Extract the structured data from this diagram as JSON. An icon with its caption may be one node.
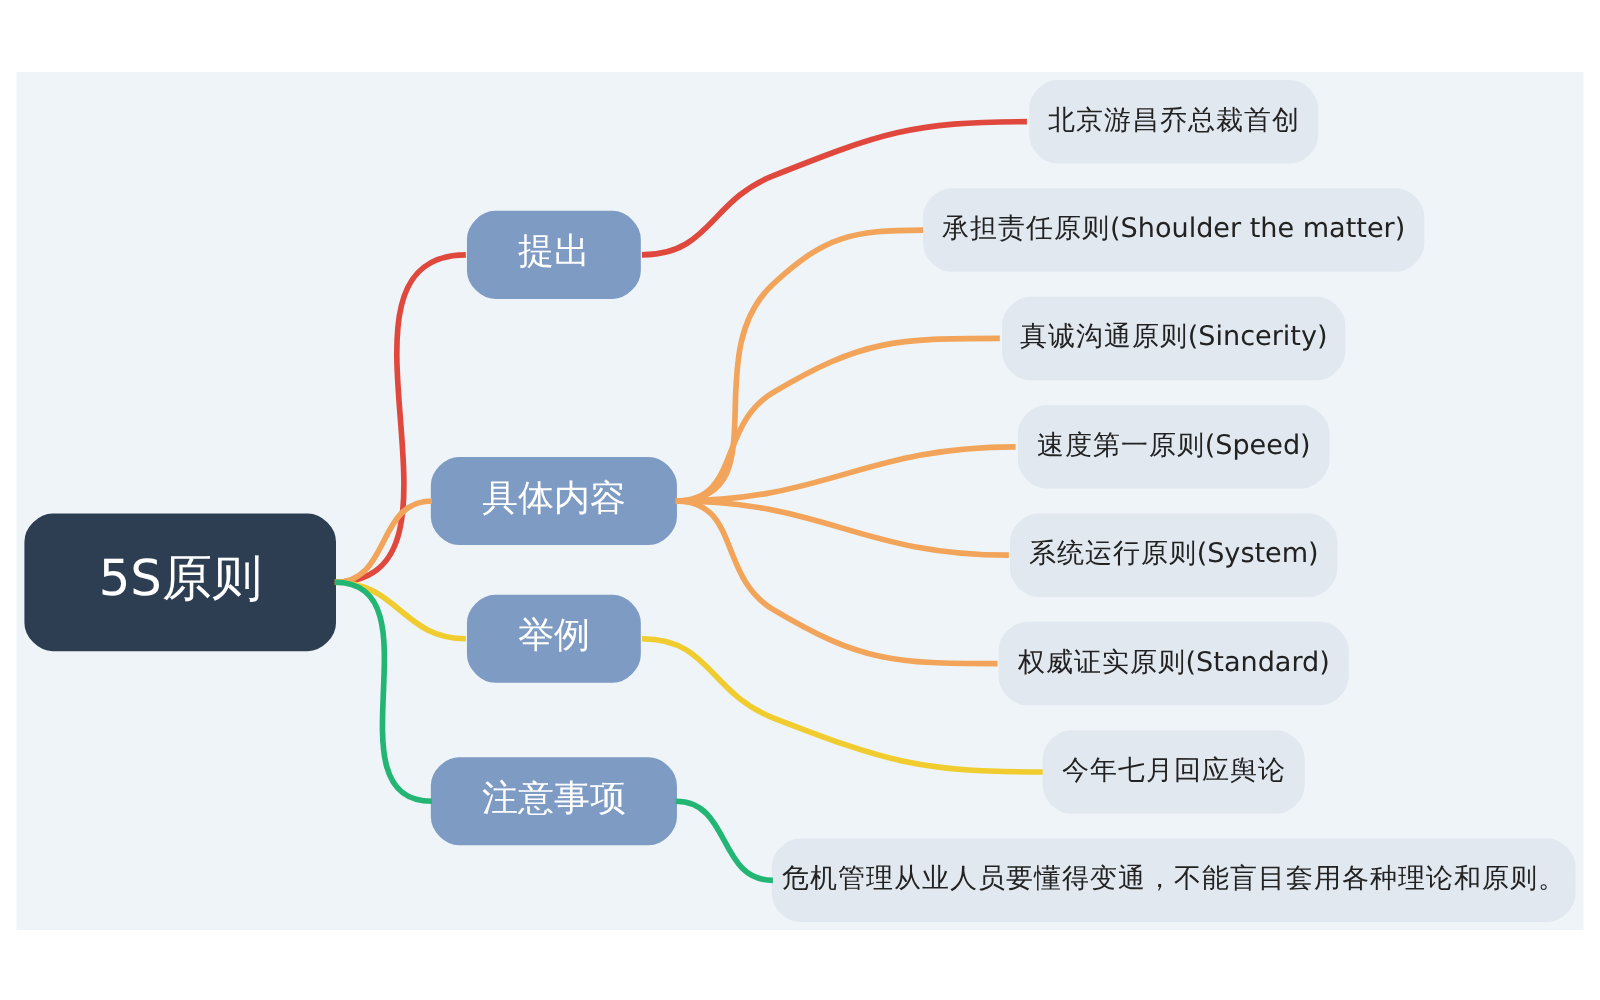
{
  "diagram": {
    "nodes": [
      {
        "text": [
          "5S原则"
        ]
      },
      {
        "text": [
          "提出"
        ]
      },
      {
        "text": [
          "北京游昌乔总裁首创"
        ]
      },
      {
        "text": [
          "具体内容"
        ]
      },
      {
        "text": [
          "承担责任原则(Shoulder the matter)"
        ]
      },
      {
        "text": [
          "真诚沟通原则(Sincerity)"
        ]
      },
      {
        "text": [
          "速度第一原则(Speed)"
        ]
      },
      {
        "text": [
          "系统运行原则(System)"
        ]
      },
      {
        "text": [
          "权威证实原则(Standard)"
        ]
      },
      {
        "text": [
          "举例"
        ]
      },
      {
        "text": [
          "今年七月回应舆论"
        ]
      },
      {
        "text": [
          "注意事项"
        ]
      },
      {
        "text": [
          "危机管理从业人员要懂得变通，不能盲目套用各种理论和原则。"
        ]
      }
    ],
    "edges": [
      {
        "from": 0,
        "to": 1,
        "arrow": "none",
        "color": "#e0483e"
      },
      {
        "from": 1,
        "to": 2,
        "arrow": "none",
        "color": "#e0483e"
      },
      {
        "from": 0,
        "to": 3,
        "arrow": "none"
      },
      {
        "from": 3,
        "to": 4,
        "arrow": "none"
      },
      {
        "from": 3,
        "to": 5,
        "arrow": "none"
      },
      {
        "from": 3,
        "to": 6,
        "arrow": "none"
      },
      {
        "from": 3,
        "to": 7,
        "arrow": "none"
      },
      {
        "from": 3,
        "to": 8,
        "arrow": "none"
      },
      {
        "from": 0,
        "to": 9,
        "arrow": "none",
        "color": "#f0cc2e"
      },
      {
        "from": 9,
        "to": 10,
        "arrow": "none",
        "color": "#f0cc2e"
      },
      {
        "from": 0,
        "to": 11,
        "arrow": "none",
        "color": "#22b573"
      },
      {
        "from": 11,
        "to": 12,
        "arrow": "none",
        "color": "#22b573"
      }
    ]
  }
}
